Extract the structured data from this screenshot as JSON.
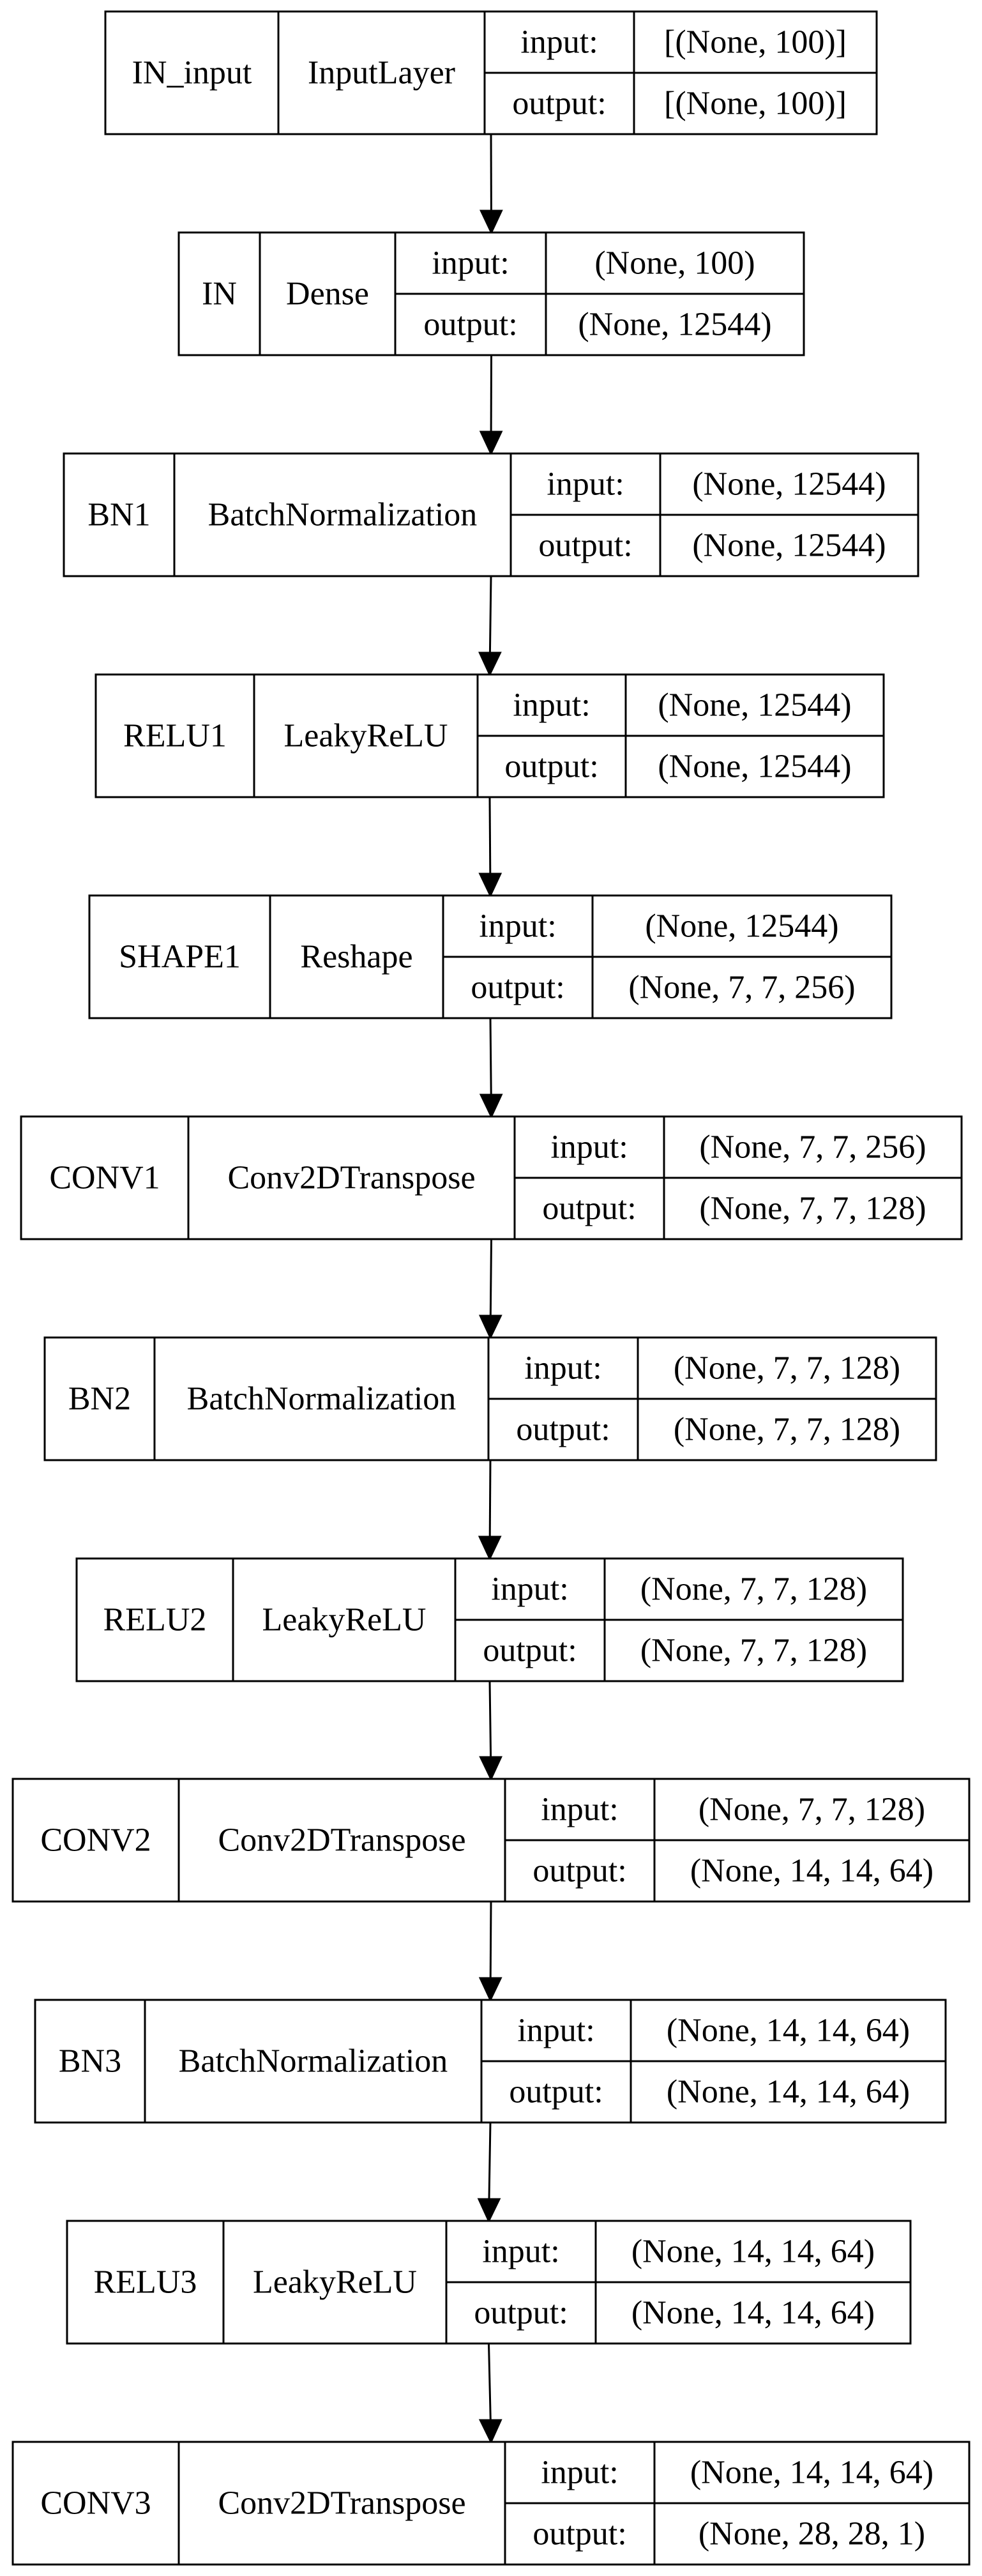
{
  "port_labels": {
    "input": "input:",
    "output": "output:"
  },
  "layers": [
    {
      "id": "in-input",
      "name": "IN_input",
      "type": "InputLayer",
      "input": "[(None, 100)]",
      "output": "[(None, 100)]"
    },
    {
      "id": "in",
      "name": "IN",
      "type": "Dense",
      "input": "(None, 100)",
      "output": "(None, 12544)"
    },
    {
      "id": "bn1",
      "name": "BN1",
      "type": "BatchNormalization",
      "input": "(None, 12544)",
      "output": "(None, 12544)"
    },
    {
      "id": "relu1",
      "name": "RELU1",
      "type": "LeakyReLU",
      "input": "(None, 12544)",
      "output": "(None, 12544)"
    },
    {
      "id": "shape1",
      "name": "SHAPE1",
      "type": "Reshape",
      "input": "(None, 12544)",
      "output": "(None, 7, 7, 256)"
    },
    {
      "id": "conv1",
      "name": "CONV1",
      "type": "Conv2DTranspose",
      "input": "(None, 7, 7, 256)",
      "output": "(None, 7, 7, 128)"
    },
    {
      "id": "bn2",
      "name": "BN2",
      "type": "BatchNormalization",
      "input": "(None, 7, 7, 128)",
      "output": "(None, 7, 7, 128)"
    },
    {
      "id": "relu2",
      "name": "RELU2",
      "type": "LeakyReLU",
      "input": "(None, 7, 7, 128)",
      "output": "(None, 7, 7, 128)"
    },
    {
      "id": "conv2",
      "name": "CONV2",
      "type": "Conv2DTranspose",
      "input": "(None, 7, 7, 128)",
      "output": "(None, 14, 14, 64)"
    },
    {
      "id": "bn3",
      "name": "BN3",
      "type": "BatchNormalization",
      "input": "(None, 14, 14, 64)",
      "output": "(None, 14, 14, 64)"
    },
    {
      "id": "relu3",
      "name": "RELU3",
      "type": "LeakyReLU",
      "input": "(None, 14, 14, 64)",
      "output": "(None, 14, 14, 64)"
    },
    {
      "id": "conv3",
      "name": "CONV3",
      "type": "Conv2DTranspose",
      "input": "(None, 14, 14, 64)",
      "output": "(None, 28, 28, 1)"
    }
  ]
}
